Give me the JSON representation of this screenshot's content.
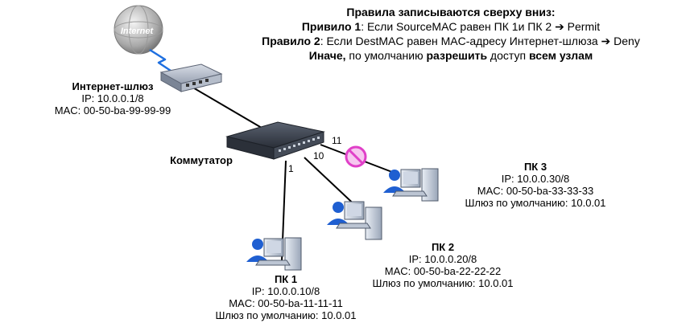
{
  "rules": {
    "heading": "Правила записываются сверху вниз:",
    "rule1": {
      "label": "Привило 1",
      "text": ": Если SourceMAC равен ПК 1и ПК 2 ➔ Permit"
    },
    "rule2": {
      "label": "Правило 2",
      "text": ": Если DestMAC равен MAC-адресу Интернет-шлюза ➔ Deny"
    },
    "rule3": {
      "label": "Иначе,",
      "text_a": " по умолчанию ",
      "bold_a": "разрешить",
      "text_b": " доступ ",
      "bold_b": "всем узлам"
    }
  },
  "internet": {
    "label": "Internet"
  },
  "gateway": {
    "title": "Интернет-шлюз",
    "ip": "IP: 10.0.0.1/8",
    "mac": "MAC: 00-50-ba-99-99-99"
  },
  "switch": {
    "title": "Коммутатор"
  },
  "ports": {
    "p1": "1",
    "p10": "10",
    "p11": "11"
  },
  "pc1": {
    "title": "ПК 1",
    "ip": "IP: 10.0.0.10/8",
    "mac": "MAC: 00-50-ba-11-11-11",
    "gw": "Шлюз по умолчанию: 10.0.01"
  },
  "pc2": {
    "title": "ПК 2",
    "ip": "IP: 10.0.0.20/8",
    "mac": "MAC: 00-50-ba-22-22-22",
    "gw": "Шлюз по умолчанию: 10.0.01"
  },
  "pc3": {
    "title": "ПК 3",
    "ip": "IP: 10.0.0.30/8",
    "mac": "MAC: 00-50-ba-33-33-33",
    "gw": "Шлюз по умолчанию: 10.0.01"
  },
  "colors": {
    "pc_blue": "#1f5fd1",
    "block_pink": "#e040c8",
    "cloud_gray": "#8a8a8a",
    "lightning": "#1e6fe0"
  }
}
